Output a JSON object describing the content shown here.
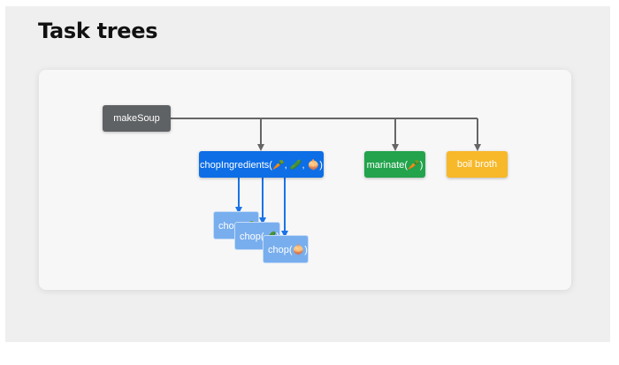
{
  "title": "Task trees",
  "nodes": {
    "root": "makeSoup",
    "chop_ingredients": "chopIngredients(🥕, 🥒, 🧅)",
    "marinate": "marinate(🥕)",
    "boil_broth": "boil broth"
  },
  "child_tasks": [
    "chop(🥕)",
    "chop(🥒)",
    "chop(🧅)"
  ],
  "colors": {
    "root": "#5f6264",
    "chop_ingredients": "#0d6ee6",
    "marinate": "#22a34c",
    "boil_broth": "#f7b829",
    "child_task": "#78aeee",
    "edge": "#666666",
    "child_edge": "#1a73e8"
  }
}
